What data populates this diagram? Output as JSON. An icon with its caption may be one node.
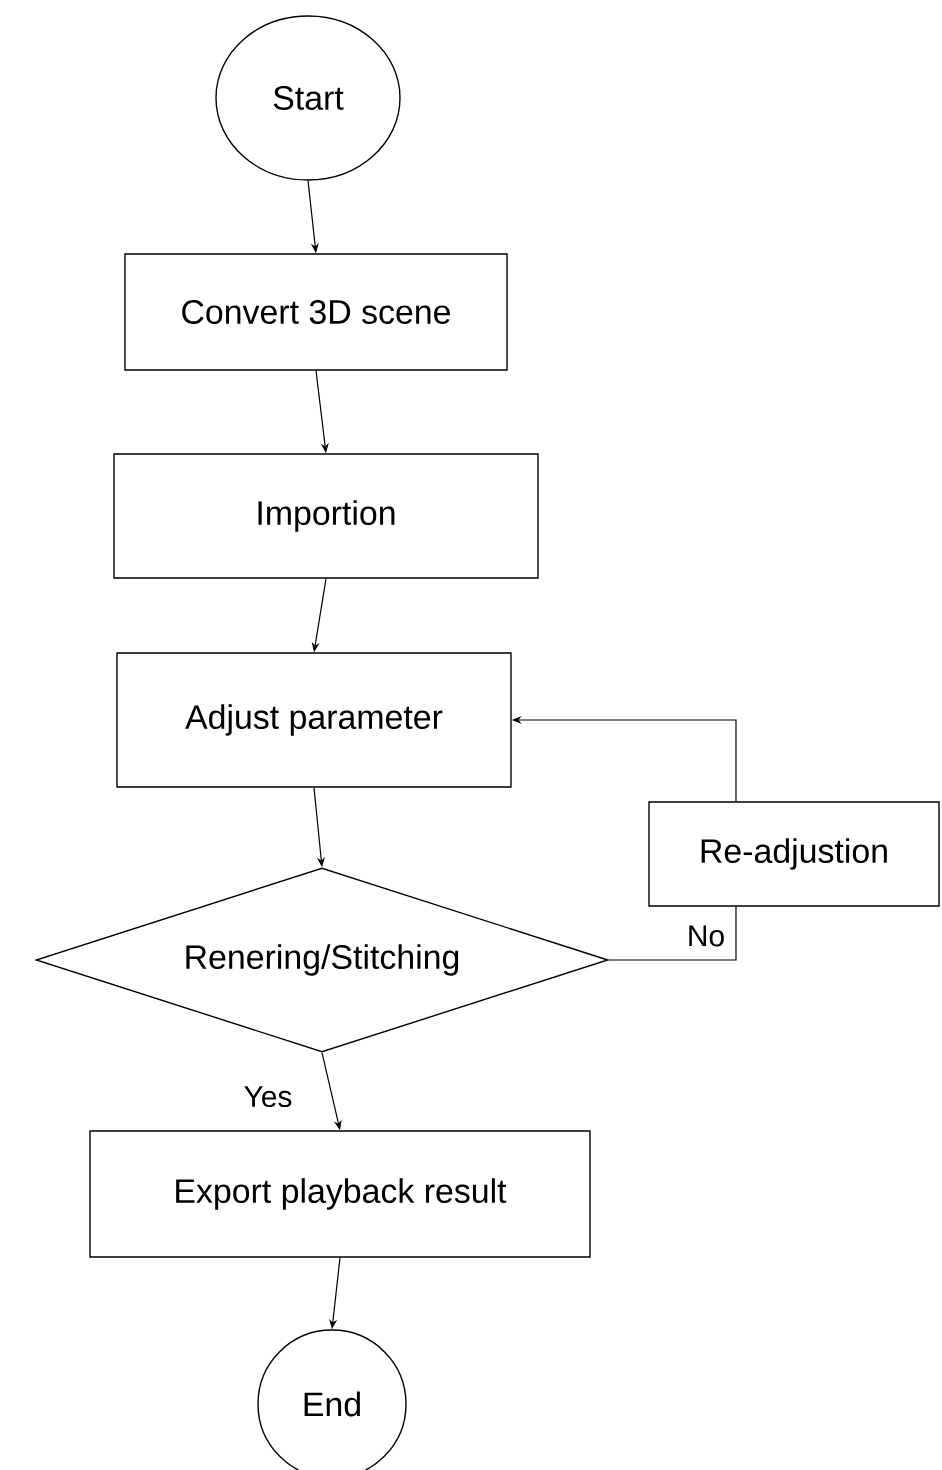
{
  "diagram": {
    "nodes": [
      {
        "text": [
          "Start"
        ]
      },
      {
        "text": [
          "Convert 3D scene"
        ]
      },
      {
        "text": [
          "Importion"
        ]
      },
      {
        "text": [
          "Adjust parameter"
        ]
      },
      {
        "text": [
          "Renering/Stitching"
        ]
      },
      {
        "text": [
          "Re-adjustion"
        ]
      },
      {
        "text": [
          "Export playback result"
        ]
      },
      {
        "text": [
          "End"
        ]
      }
    ],
    "edges": [
      {
        "from": 0,
        "to": 1,
        "arrow": "to"
      },
      {
        "from": 1,
        "to": 2,
        "arrow": "to"
      },
      {
        "from": 2,
        "to": 3,
        "arrow": "to"
      },
      {
        "from": 3,
        "to": 4,
        "arrow": "to"
      },
      {
        "from": 4,
        "to": 5,
        "arrow": "none",
        "label": "No"
      },
      {
        "from": 5,
        "to": 3,
        "arrow": "to"
      },
      {
        "from": 4,
        "to": 6,
        "arrow": "to",
        "label": "Yes"
      },
      {
        "from": 6,
        "to": 7,
        "arrow": "to"
      }
    ]
  }
}
